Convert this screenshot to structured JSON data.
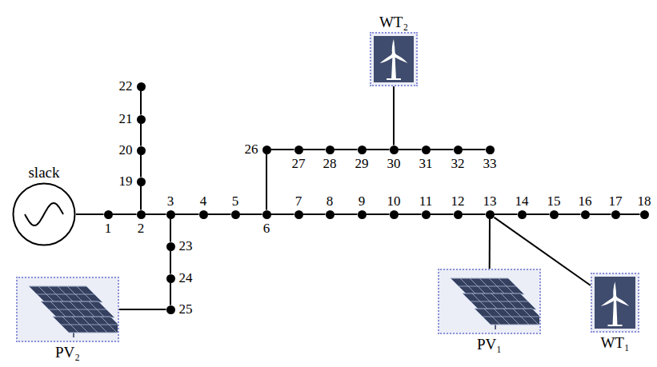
{
  "diagram": {
    "nodes": [
      {
        "text": [
          "slack"
        ]
      },
      {
        "text": [
          "1"
        ]
      },
      {
        "text": [
          "2"
        ]
      },
      {
        "text": [
          "3"
        ]
      },
      {
        "text": [
          "4"
        ]
      },
      {
        "text": [
          "5"
        ]
      },
      {
        "text": [
          "6"
        ]
      },
      {
        "text": [
          "7"
        ]
      },
      {
        "text": [
          "8"
        ]
      },
      {
        "text": [
          "9"
        ]
      },
      {
        "text": [
          "10"
        ]
      },
      {
        "text": [
          "11"
        ]
      },
      {
        "text": [
          "12"
        ]
      },
      {
        "text": [
          "13"
        ]
      },
      {
        "text": [
          "14"
        ]
      },
      {
        "text": [
          "15"
        ]
      },
      {
        "text": [
          "16"
        ]
      },
      {
        "text": [
          "17"
        ]
      },
      {
        "text": [
          "18"
        ]
      },
      {
        "text": [
          "19"
        ]
      },
      {
        "text": [
          "20"
        ]
      },
      {
        "text": [
          "21"
        ]
      },
      {
        "text": [
          "22"
        ]
      },
      {
        "text": [
          "23"
        ]
      },
      {
        "text": [
          "24"
        ]
      },
      {
        "text": [
          "25"
        ]
      },
      {
        "text": [
          "26"
        ]
      },
      {
        "text": [
          "27"
        ]
      },
      {
        "text": [
          "28"
        ]
      },
      {
        "text": [
          "29"
        ]
      },
      {
        "text": [
          "30"
        ]
      },
      {
        "text": [
          "31"
        ]
      },
      {
        "text": [
          "32"
        ]
      },
      {
        "text": [
          "33"
        ]
      },
      {
        "text": [
          "WT₂"
        ]
      },
      {
        "text": [
          "PV₂"
        ]
      },
      {
        "text": [
          "PV₁"
        ]
      },
      {
        "text": [
          "WT₁"
        ]
      }
    ],
    "edges": [
      {
        "from": 0,
        "to": 1,
        "arrow": "none"
      },
      {
        "from": 1,
        "to": 2,
        "arrow": "none"
      },
      {
        "from": 2,
        "to": 3,
        "arrow": "none"
      },
      {
        "from": 3,
        "to": 4,
        "arrow": "none"
      },
      {
        "from": 4,
        "to": 5,
        "arrow": "none"
      },
      {
        "from": 5,
        "to": 6,
        "arrow": "none"
      },
      {
        "from": 6,
        "to": 7,
        "arrow": "none"
      },
      {
        "from": 7,
        "to": 8,
        "arrow": "none"
      },
      {
        "from": 8,
        "to": 9,
        "arrow": "none"
      },
      {
        "from": 9,
        "to": 10,
        "arrow": "none"
      },
      {
        "from": 10,
        "to": 11,
        "arrow": "none"
      },
      {
        "from": 11,
        "to": 12,
        "arrow": "none"
      },
      {
        "from": 12,
        "to": 13,
        "arrow": "none"
      },
      {
        "from": 13,
        "to": 14,
        "arrow": "none"
      },
      {
        "from": 14,
        "to": 15,
        "arrow": "none"
      },
      {
        "from": 15,
        "to": 16,
        "arrow": "none"
      },
      {
        "from": 16,
        "to": 17,
        "arrow": "none"
      },
      {
        "from": 17,
        "to": 18,
        "arrow": "none"
      },
      {
        "from": 2,
        "to": 19,
        "arrow": "none"
      },
      {
        "from": 19,
        "to": 20,
        "arrow": "none"
      },
      {
        "from": 20,
        "to": 21,
        "arrow": "none"
      },
      {
        "from": 21,
        "to": 22,
        "arrow": "none"
      },
      {
        "from": 3,
        "to": 23,
        "arrow": "none"
      },
      {
        "from": 23,
        "to": 24,
        "arrow": "none"
      },
      {
        "from": 24,
        "to": 25,
        "arrow": "none"
      },
      {
        "from": 6,
        "to": 26,
        "arrow": "none"
      },
      {
        "from": 26,
        "to": 27,
        "arrow": "none"
      },
      {
        "from": 27,
        "to": 28,
        "arrow": "none"
      },
      {
        "from": 28,
        "to": 29,
        "arrow": "none"
      },
      {
        "from": 29,
        "to": 30,
        "arrow": "none"
      },
      {
        "from": 30,
        "to": 31,
        "arrow": "none"
      },
      {
        "from": 31,
        "to": 32,
        "arrow": "none"
      },
      {
        "from": 32,
        "to": 33,
        "arrow": "none"
      },
      {
        "from": 34,
        "to": 30,
        "arrow": "none"
      },
      {
        "from": 35,
        "to": 25,
        "arrow": "none"
      },
      {
        "from": 36,
        "to": 13,
        "arrow": "none"
      },
      {
        "from": 37,
        "to": 13,
        "arrow": "none"
      }
    ]
  }
}
